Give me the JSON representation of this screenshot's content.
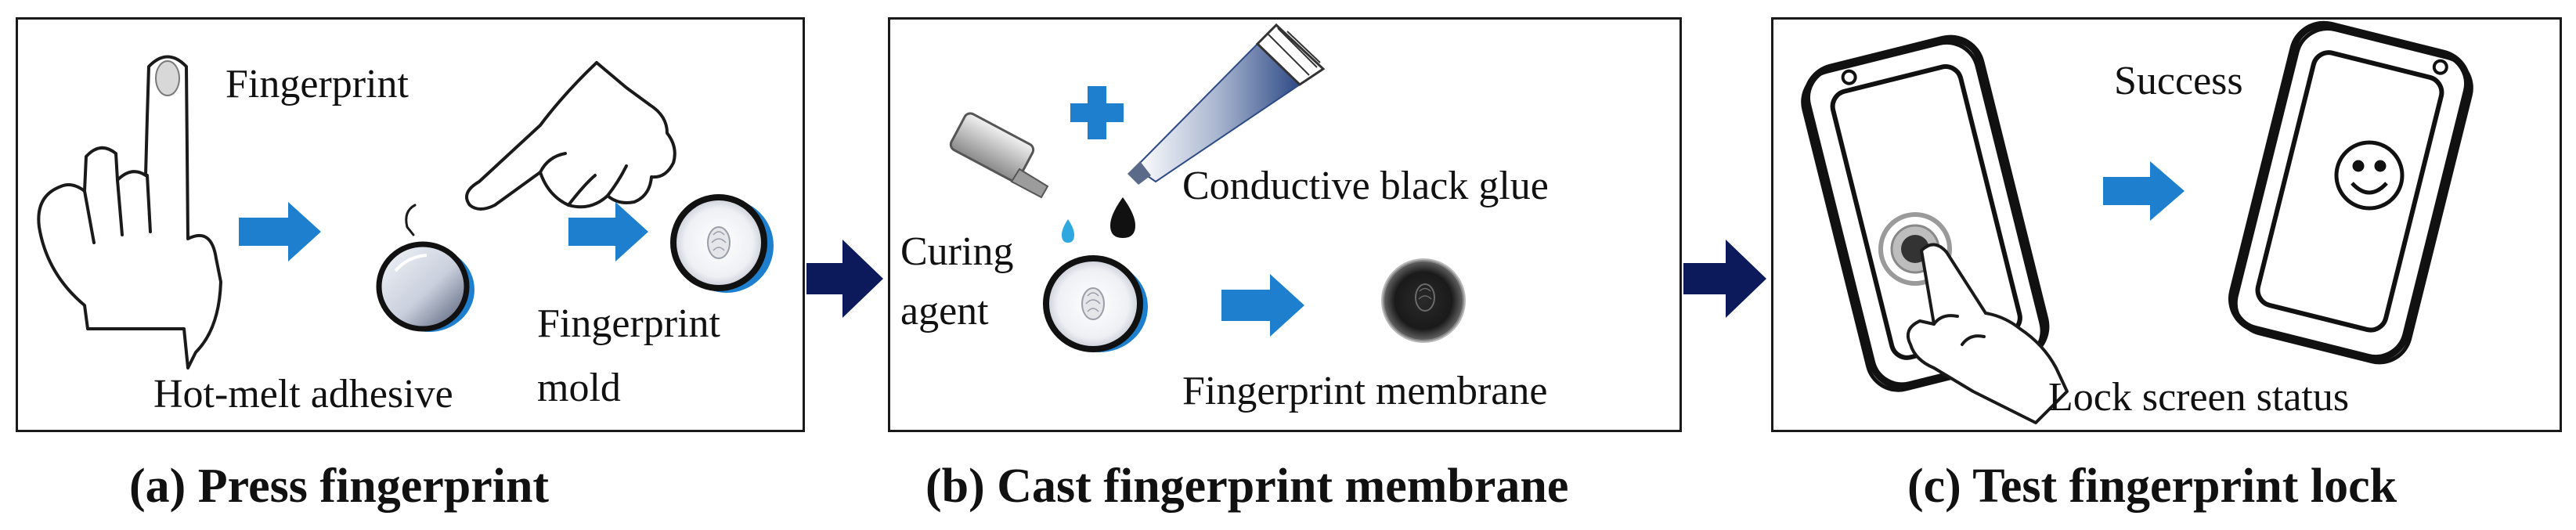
{
  "colors": {
    "accent_blue": "#1f7fcf",
    "navy_arrow": "#0c1a5c",
    "outline": "#1a1a1a",
    "glue_black": "#111111",
    "agent_drop": "#2fa8e0"
  },
  "panels": [
    {
      "caption": "(a) Press fingerprint",
      "labels": {
        "fingerprint": "Fingerprint",
        "adhesive": "Hot-melt adhesive",
        "mold_line1": "Fingerprint",
        "mold_line2": "mold"
      }
    },
    {
      "caption": "(b) Cast fingerprint membrane",
      "labels": {
        "glue": "Conductive black glue",
        "agent_line1": "Curing",
        "agent_line2": "agent",
        "membrane": "Fingerprint membrane"
      }
    },
    {
      "caption": "(c) Test fingerprint lock",
      "labels": {
        "success": "Success",
        "lock_status": "Lock screen status"
      }
    }
  ],
  "icons": [
    "raised-finger-icon",
    "pressing-hand-icon",
    "adhesive-disc-icon",
    "mold-disc-icon",
    "curing-agent-bottle-icon",
    "plus-icon",
    "glue-tube-icon",
    "membrane-disc-icon",
    "phone-locked-icon",
    "touching-finger-icon",
    "phone-unlocked-icon",
    "smiley-icon",
    "right-arrow-icon"
  ]
}
